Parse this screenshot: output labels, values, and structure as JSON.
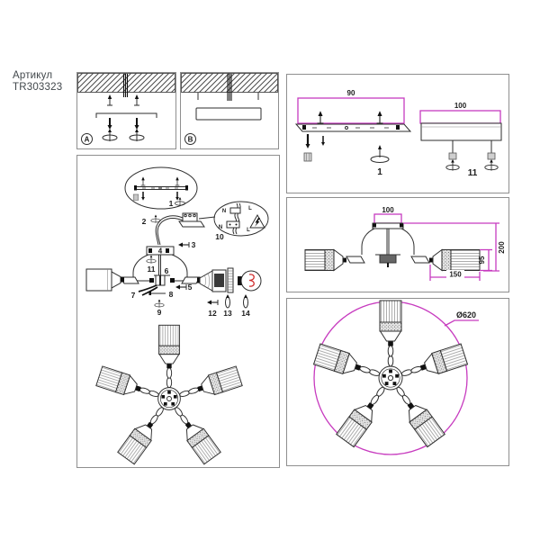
{
  "article": {
    "label": "Артикул",
    "code": "TR303323"
  },
  "colors": {
    "accent_magenta": "#c73bbf",
    "line_ink": "#2e2e2e",
    "label_text": "#1c1c1c",
    "article_text": "#41474b",
    "filament_red": "#cf2d2d"
  },
  "panel_a": {
    "badge": "A"
  },
  "panel_b": {
    "badge": "B"
  },
  "hardware": {
    "bracket_width": "90",
    "bracket_step": "1",
    "canopy_width": "100",
    "canopy_step": "11"
  },
  "assembly": {
    "steps": {
      "s1": "1",
      "s2": "2",
      "s3": "3",
      "s4": "4",
      "s5": "5",
      "s6": "6",
      "s7": "7",
      "s8": "8",
      "s9": "9",
      "s10": "10",
      "s11": "11",
      "s12": "12",
      "s13": "13",
      "s14": "14"
    },
    "wiring": {
      "n_top": "N",
      "l_top": "L",
      "n_bottom": "N",
      "l_bottom": "L"
    }
  },
  "dimensions": {
    "canopy_width": "100",
    "total_height": "200",
    "shade_height": "95",
    "shade_length": "150"
  },
  "footprint": {
    "diameter": "Ø620"
  }
}
